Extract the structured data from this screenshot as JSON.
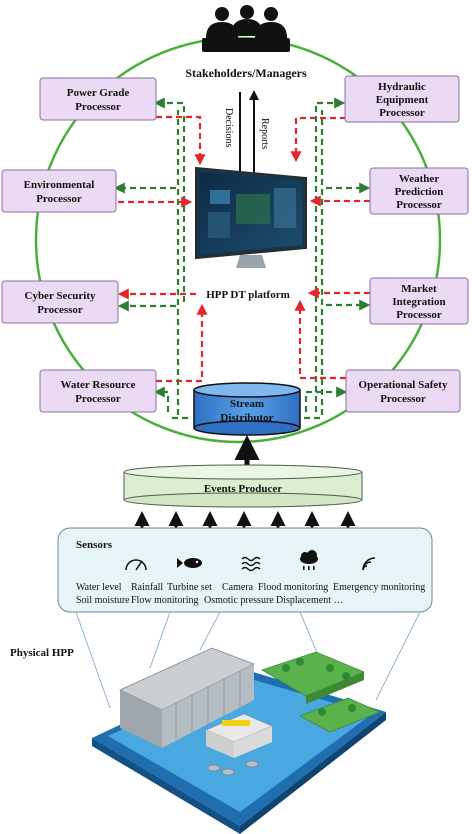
{
  "stakeholders": "Stakeholders/Managers",
  "decisions": "Decisions",
  "reports": "Reports",
  "platform": "HPP DT platform",
  "processors": {
    "power_grade": [
      "Power Grade",
      "Processor"
    ],
    "hydraulic": [
      "Hydraulic",
      "Equipment",
      "Processor"
    ],
    "environmental": [
      "Environmental",
      "Processor"
    ],
    "weather": [
      "Weather",
      "Prediction",
      "Processor"
    ],
    "cyber": [
      "Cyber Security",
      "Processor"
    ],
    "market": [
      "Market",
      "Integration",
      "Processor"
    ],
    "water": [
      "Water Resource",
      "Processor"
    ],
    "safety": [
      "Operational Safety",
      "Processor"
    ]
  },
  "stream_distributor": [
    "Stream",
    "Distributor"
  ],
  "events_producer": "Events Producer",
  "sensors": {
    "title": "Sensors",
    "row1": [
      "Water level",
      "Rainfall",
      "Turbine set",
      "Camera",
      "Flood monitoring",
      "Emergency monitoring"
    ],
    "row2": [
      "Soil moisture",
      "Flow monitoring",
      "Osmotic pressure",
      "Displacement …"
    ]
  },
  "physical": "Physical HPP",
  "colors": {
    "processor_fill": "#ecdaf4",
    "circle": "#4caf3c",
    "request": "#e3262b",
    "response": "#2e7d32",
    "stream": "#3a7fd0",
    "events": "#d9efcf",
    "sensors_fill": "#e6f5f7"
  },
  "icons": [
    "people-group-icon",
    "monitor-icon",
    "gauge-icon",
    "fish-icon",
    "wave-icon",
    "cloud-rain-icon",
    "signal-icon"
  ]
}
